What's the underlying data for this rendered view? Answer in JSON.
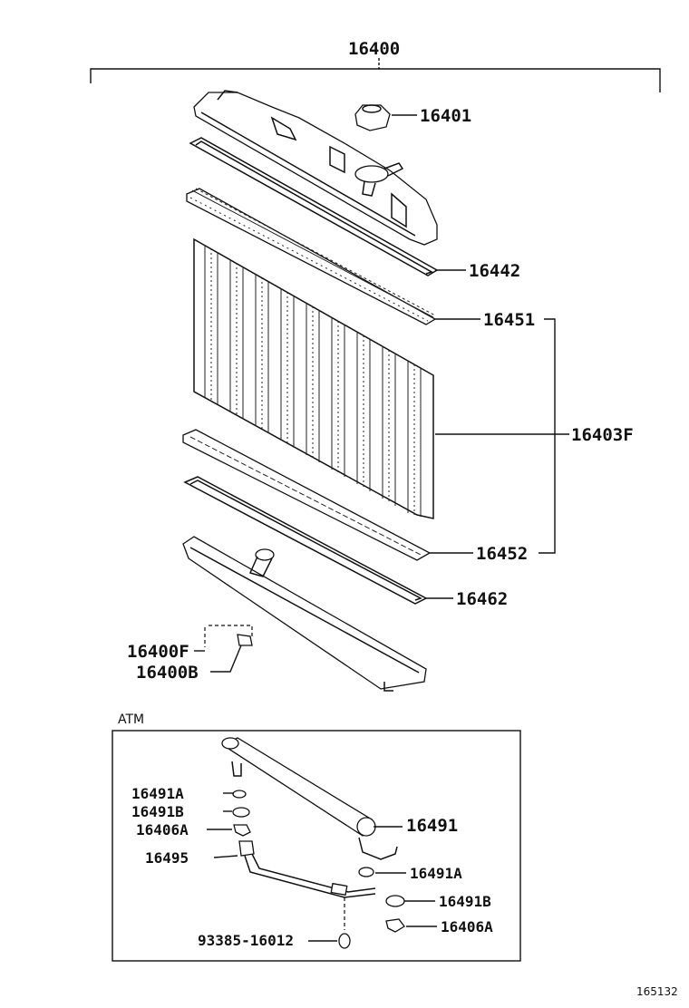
{
  "labels": {
    "assembly": "16400",
    "cap": "16401",
    "upper_gasket": "16442",
    "upper_plate": "16451",
    "core": "16403F",
    "lower_plate": "16452",
    "lower_gasket": "16462",
    "drain_cock": "16400F",
    "drain_plug": "16400B",
    "atm_section": "ATM",
    "cooler_pipe": "16491",
    "gasket_a_left": "16491A",
    "gasket_b_left": "16491B",
    "union_left": "16406A",
    "cooler_hose": "16495",
    "gasket_a_right": "16491A",
    "gasket_b_right": "16491B",
    "union_right": "16406A",
    "bolt": "93385-16012",
    "figure_number": "165132"
  }
}
